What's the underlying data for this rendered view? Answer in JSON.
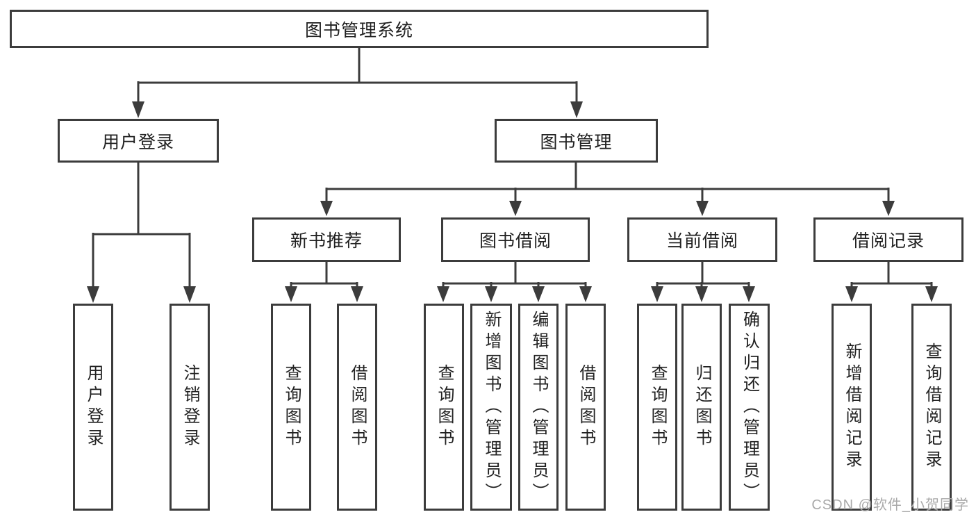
{
  "diagram": {
    "root": {
      "label": "图书管理系统"
    },
    "level2": [
      {
        "label": "用户登录"
      },
      {
        "label": "图书管理"
      }
    ],
    "level3": [
      {
        "label": "新书推荐"
      },
      {
        "label": "图书借阅"
      },
      {
        "label": "当前借阅"
      },
      {
        "label": "借阅记录"
      }
    ],
    "leaves": {
      "login": [
        "用户登录",
        "注销登录"
      ],
      "recommend": [
        "查询图书",
        "借阅图书"
      ],
      "borrow": [
        "查询图书",
        "新增图书（管理员）",
        "编辑图书（管理员）",
        "借阅图书"
      ],
      "current": [
        "查询图书",
        "归还图书",
        "确认归还（管理员）"
      ],
      "records": [
        "新增借阅记录",
        "查询借阅记录"
      ]
    }
  },
  "watermark": {
    "text": "CSDN @软件_小贺同学"
  },
  "colors": {
    "line": "#3c3c3c",
    "text": "#212121",
    "watermark": "#a9a9a9",
    "background": "#ffffff"
  }
}
